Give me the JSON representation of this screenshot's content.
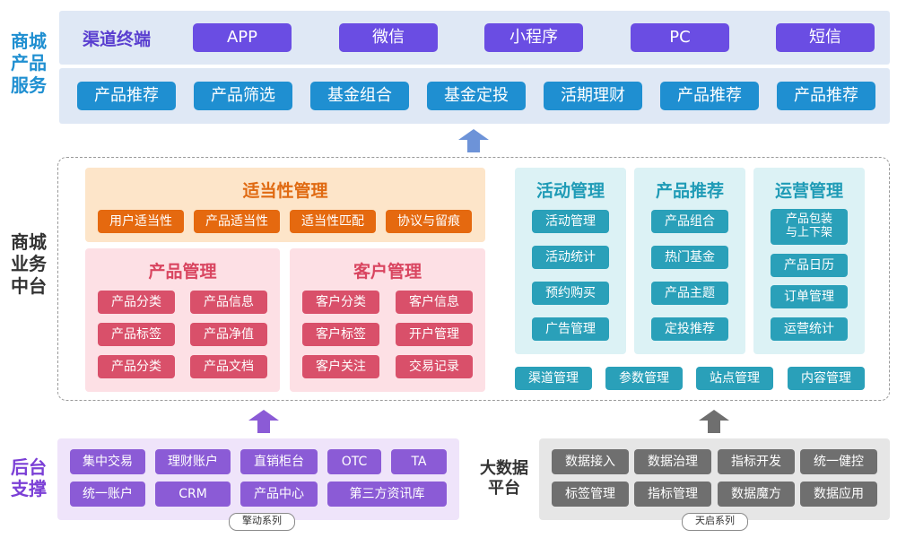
{
  "colors": {
    "channel": "#6a4de3",
    "product": "#1f8fd1",
    "suitability": "#e5690f",
    "management": "#d9506a",
    "ops": "#2aa0b9",
    "backend": "#8b5bd6",
    "bigdata": "#6f6f6f",
    "label_blue": "#1f8fd1",
    "label_purple": "#7b3fd6"
  },
  "labels": {
    "mall_service": "商城\n产品\n服务",
    "middle_office": "商城\n业务\n中台",
    "backend": "后台\n支撑",
    "bigdata": "大数据\n平台"
  },
  "channel": {
    "title": "渠道终端",
    "items": [
      "APP",
      "微信",
      "小程序",
      "PC",
      "短信"
    ]
  },
  "products": [
    "产品推荐",
    "产品筛选",
    "基金组合",
    "基金定投",
    "活期理财",
    "产品推荐",
    "产品推荐"
  ],
  "suitability": {
    "title": "适当性管理",
    "items": [
      "用户适当性",
      "产品适当性",
      "适当性匹配",
      "协议与留痕"
    ]
  },
  "product_mgmt": {
    "title": "产品管理",
    "items": [
      "产品分类",
      "产品信息",
      "产品标签",
      "产品净值",
      "产品分类",
      "产品文档"
    ]
  },
  "customer_mgmt": {
    "title": "客户管理",
    "items": [
      "客户分类",
      "客户信息",
      "客户标签",
      "开户管理",
      "客户关注",
      "交易记录"
    ]
  },
  "activity": {
    "title": "活动管理",
    "items": [
      "活动管理",
      "活动统计",
      "预约购买",
      "广告管理"
    ]
  },
  "recommend": {
    "title": "产品推荐",
    "items": [
      "产品组合",
      "热门基金",
      "产品主题",
      "定投推荐"
    ]
  },
  "operation": {
    "title": "运营管理",
    "items": [
      "产品包装\n与上下架",
      "产品日历",
      "订单管理",
      "运营统计"
    ]
  },
  "ops_bottom": [
    "渠道管理",
    "参数管理",
    "站点管理",
    "内容管理"
  ],
  "backend": {
    "row1": [
      "集中交易",
      "理财账户",
      "直销柜台",
      "OTC",
      "TA"
    ],
    "row2": [
      "统一账户",
      "CRM",
      "产品中心",
      "第三方资讯库"
    ],
    "series": "擎动系列"
  },
  "bigdata": {
    "row1": [
      "数据接入",
      "数据治理",
      "指标开发",
      "统一健控"
    ],
    "row2": [
      "标签管理",
      "指标管理",
      "数据魔方",
      "数据应用"
    ],
    "series": "天启系列"
  }
}
